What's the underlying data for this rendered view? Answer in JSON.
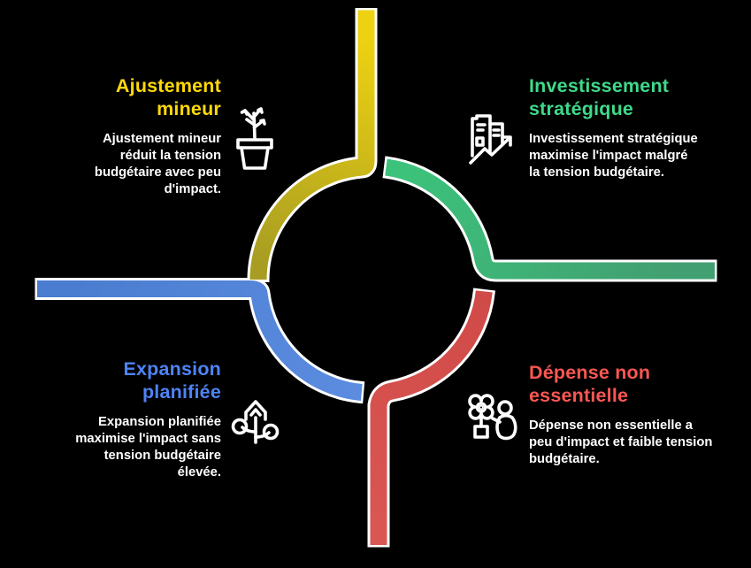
{
  "background": "#000000",
  "text_color": "#ffffff",
  "outline_color": "#ffffff",
  "quadrants": [
    {
      "id": "top-left",
      "title": "Ajustement mineur",
      "description": "Ajustement mineur réduit la tension budgétaire avec peu d'impact.",
      "color": "#ffd908",
      "icon": "plant-pot-icon",
      "align": "right"
    },
    {
      "id": "top-right",
      "title": "Investissement stratégique",
      "description": "Investissement stratégique maximise l'impact malgré la tension budgétaire.",
      "color": "#3fd98a",
      "icon": "buildings-growth-icon",
      "align": "left"
    },
    {
      "id": "bottom-left",
      "title": "Expansion planifiée",
      "description": "Expansion planifiée maximise l'impact sans tension budgétaire élevée.",
      "color": "#4d84f5",
      "icon": "growth-arrow-icon",
      "align": "right"
    },
    {
      "id": "bottom-right",
      "title": "Dépense non essentielle",
      "description": "Dépense non essentielle a peu d'impact et faible tension budgétaire.",
      "color": "#fa5752",
      "icon": "flower-watering-icon",
      "align": "left"
    }
  ],
  "ring": {
    "outline": "#ffffff",
    "gradients": {
      "yellow": {
        "start": "#eed211",
        "end": "#a89d22"
      },
      "green": {
        "start": "#3cc27b",
        "end": "#429f71"
      },
      "blue": {
        "start": "#4a7ccf",
        "end": "#5b8ce0"
      },
      "red": {
        "start": "#d04b48",
        "end": "#da5653"
      }
    }
  }
}
